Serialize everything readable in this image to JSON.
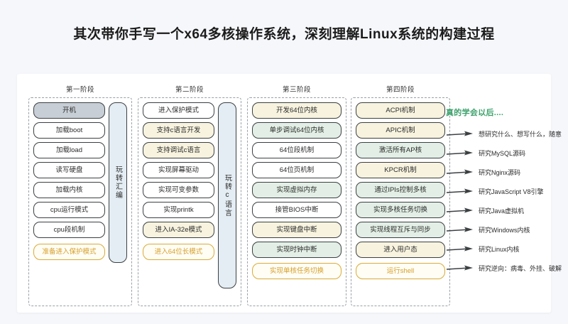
{
  "title": "其次带你手写一个x64多核操作系统，深刻理解Linux系统的构建过程",
  "colors": {
    "page_bg": "#f6f7fb",
    "card_bg": "#ffffff",
    "accent_green": "#3aa06a",
    "accent_gold": "#d6a02c",
    "node_gray": "#c7ced6",
    "node_yellow": "#f7f3df",
    "node_green": "#e3efe6",
    "sidebar_blue": "#e4edf3"
  },
  "columns": [
    {
      "header": "第一阶段",
      "sidebar_label": "玩转汇编",
      "nodes": [
        {
          "label": "开机",
          "style": "gray"
        },
        {
          "label": "加载boot",
          "style": "white"
        },
        {
          "label": "加载load",
          "style": "white"
        },
        {
          "label": "读写硬盘",
          "style": "white"
        },
        {
          "label": "加载内核",
          "style": "white"
        },
        {
          "label": "cpu运行模式",
          "style": "white"
        },
        {
          "label": "cpu段机制",
          "style": "white"
        }
      ],
      "final_node": {
        "label": "准备进入保护模式",
        "style": "gold"
      }
    },
    {
      "header": "第二阶段",
      "sidebar_label": "玩转c语言",
      "nodes": [
        {
          "label": "进入保护模式",
          "style": "white"
        },
        {
          "label": "支持c语言开发",
          "style": "yellow"
        },
        {
          "label": "支持调试c语言",
          "style": "yellow"
        },
        {
          "label": "实现屏幕驱动",
          "style": "white"
        },
        {
          "label": "实现可变参数",
          "style": "white"
        },
        {
          "label": "实现printk",
          "style": "white"
        },
        {
          "label": "进入IA-32e模式",
          "style": "yellow"
        }
      ],
      "final_node": {
        "label": "进入64位长模式",
        "style": "gold"
      }
    },
    {
      "header": "第三阶段",
      "sidebar_label": "",
      "nodes": [
        {
          "label": "开发64位内核",
          "style": "yellow"
        },
        {
          "label": "单步调试64位内核",
          "style": "green"
        },
        {
          "label": "64位段机制",
          "style": "white"
        },
        {
          "label": "64位页机制",
          "style": "white"
        },
        {
          "label": "实现虚拟内存",
          "style": "green"
        },
        {
          "label": "接管BIOS中断",
          "style": "white"
        },
        {
          "label": "实现键盘中断",
          "style": "yellow"
        },
        {
          "label": "实现时钟中断",
          "style": "green"
        }
      ],
      "final_node": {
        "label": "实现单核任务切换",
        "style": "gold"
      }
    },
    {
      "header": "第四阶段",
      "sidebar_label": "",
      "nodes": [
        {
          "label": "ACPI机制",
          "style": "yellow"
        },
        {
          "label": "APIC机制",
          "style": "yellow"
        },
        {
          "label": "激活所有AP核",
          "style": "green"
        },
        {
          "label": "KPCR机制",
          "style": "yellow"
        },
        {
          "label": "通过IPIs控制多核",
          "style": "green"
        },
        {
          "label": "实现多核任务切换",
          "style": "green"
        },
        {
          "label": "实现线程互斥与同步",
          "style": "green"
        },
        {
          "label": "进入用户态",
          "style": "yellow"
        }
      ],
      "final_node": {
        "label": "运行shell",
        "style": "gold"
      }
    }
  ],
  "results": {
    "title": "真的学会以后....",
    "items": [
      "想研究什么、想写什么，随意",
      "研究MySQL源码",
      "研究Nginx源码",
      "研究JavaScript V8引擎",
      "研究Java虚拟机",
      "研究Windows内核",
      "研究Linux内核",
      "研究逆向：病毒、外挂、破解"
    ]
  }
}
